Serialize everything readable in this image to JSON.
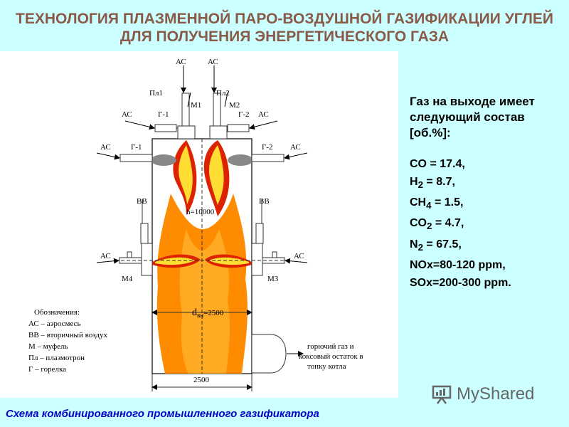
{
  "title": {
    "line1": "ТЕХНОЛОГИЯ ПЛАЗМЕННОЙ ПАРО-ВОЗДУШНОЙ ГАЗИФИКАЦИИ УГЛЕЙ",
    "line2": "ДЛЯ ПОЛУЧЕНИЯ ЭНЕРГЕТИЧЕСКОГО ГАЗА"
  },
  "diagram": {
    "labels": {
      "ac": "АС",
      "pl1": "Пл1",
      "pl2": "Пл2",
      "m1": "М1",
      "m2": "М2",
      "m3": "М3",
      "m4": "М4",
      "g1": "Г-1",
      "g2": "Г-2",
      "bb": "ВВ",
      "height": "h=10000",
      "d_main": "d",
      "d_sub": "вн",
      "d_val": "=2500",
      "width": "2500",
      "out1": "горючий газ и",
      "out2": "коксовый остаток в",
      "out3": "топку котла"
    },
    "legend": {
      "title": "Обозначения:",
      "items": [
        "АС – аэросмесь",
        "ВВ – вторичный воздух",
        "М – муфель",
        "Пл – плазмотрон",
        "Г – горелка"
      ]
    }
  },
  "gas": {
    "heading": "Газ на выходе имеет следующий состав [об.%]:",
    "items": [
      {
        "name": "CO",
        "sub": "",
        "value": " = 17.4,"
      },
      {
        "name": "H",
        "sub": "2",
        "value": " = 8.7,"
      },
      {
        "name": "CH",
        "sub": "4",
        "value": " = 1.5,"
      },
      {
        "name": "CO",
        "sub": "2",
        "value": " = 4.7,"
      },
      {
        "name": "N",
        "sub": "2",
        "value": " = 67.5,"
      },
      {
        "name": "NOx=80-120 ppm,",
        "sub": "",
        "value": ""
      },
      {
        "name": "SOx=200-300 ppm.",
        "sub": "",
        "value": ""
      }
    ]
  },
  "caption": "Схема комбинированного промышленного газификатора",
  "logo": {
    "text": "MyShared",
    "icon": "presentation-board-icon"
  },
  "colors": {
    "background": "#ccffff",
    "title": "#8a5a48",
    "caption": "#0000cc",
    "flame_outer": "#ff8c00",
    "flame_inner": "#ffcc33",
    "flame_edge": "#dd2200"
  }
}
